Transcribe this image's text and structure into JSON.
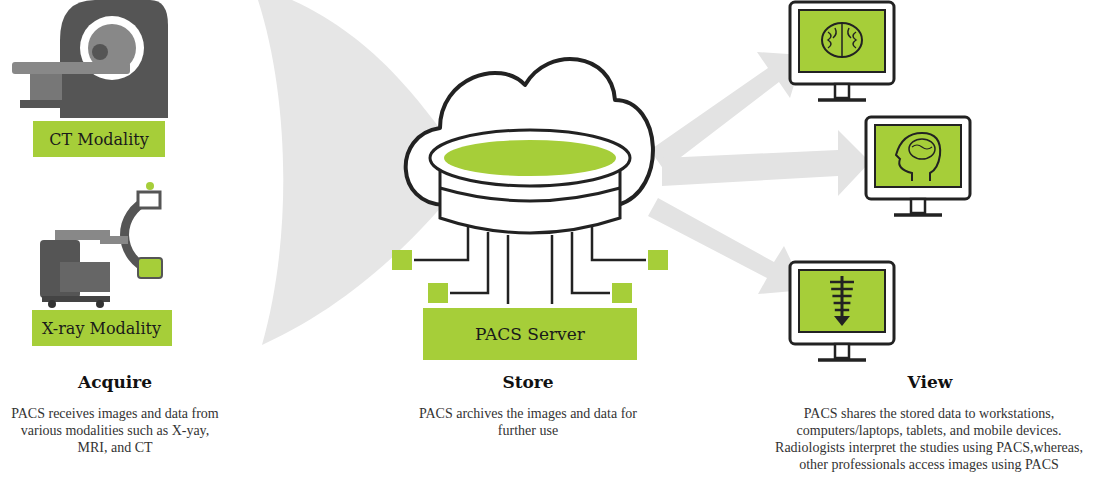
{
  "diagram": {
    "nodes": [
      {
        "text": [
          "CT Modality"
        ]
      },
      {
        "text": [
          "X-ray Modality"
        ]
      },
      {
        "text": [
          "PACS Server"
        ]
      }
    ],
    "labels": [
      "Acquire",
      "PACS receives images and data from various modalities such as X-yay, MRI, and CT",
      "Store",
      "PACS archives the images and data for further use",
      "View",
      "PACS shares the stored data to workstations, computers/laptops, tablets, and mobile devices. Radiologists interpret the studies using PACS,whereas, other professionals access images using PACS"
    ]
  }
}
